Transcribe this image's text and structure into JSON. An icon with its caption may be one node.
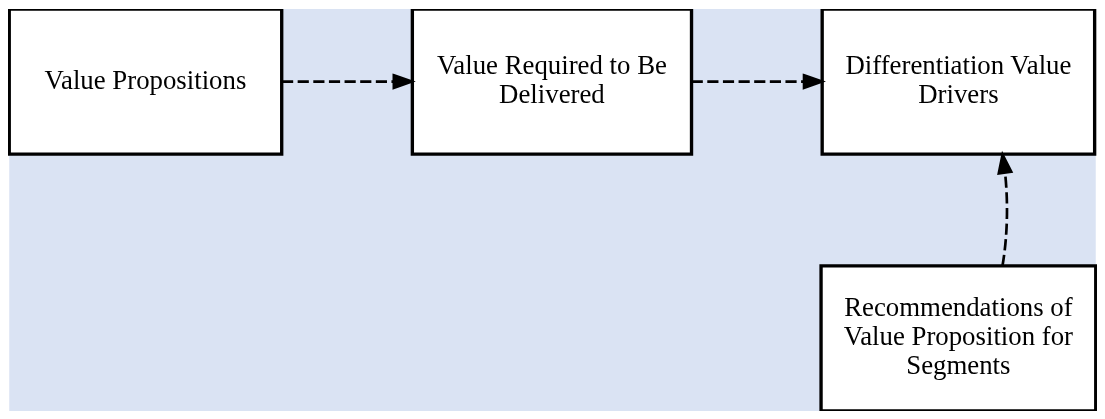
{
  "diagram": {
    "nodes": [
      {
        "text": [
          "Value Propositions"
        ]
      },
      {
        "text": [
          "Value Required to Be Delivered"
        ]
      },
      {
        "text": [
          "Differentiation Value Drivers"
        ]
      },
      {
        "text": [
          "Recommendations of Value Proposition for Segments"
        ]
      }
    ],
    "edges": [
      {
        "from": 0,
        "to": 1,
        "arrow": "to",
        "style": "dashed"
      },
      {
        "from": 1,
        "to": 2,
        "arrow": "to",
        "style": "dashed"
      },
      {
        "from": 3,
        "to": 2,
        "arrow": "to",
        "style": "dashed"
      }
    ]
  }
}
